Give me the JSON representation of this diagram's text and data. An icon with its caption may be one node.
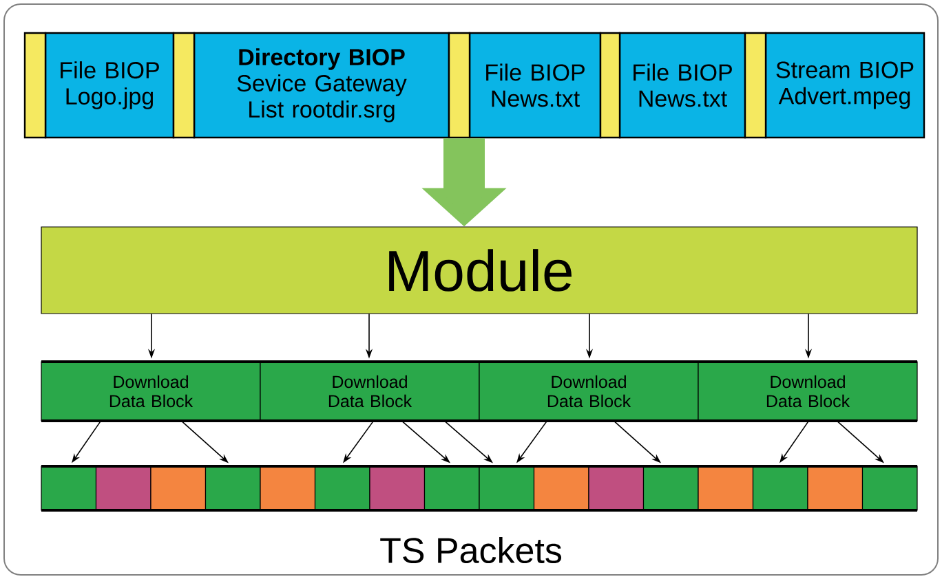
{
  "diagram": {
    "nodes": [
      {
        "text": [
          "File BIOP",
          "Logo.jpg"
        ]
      },
      {
        "text": [
          "Directory BIOP",
          "Sevice Gateway List rootdir.srg"
        ]
      },
      {
        "text": [
          "File BIOP",
          "News.txt"
        ]
      },
      {
        "text": [
          "File BIOP",
          "News.txt"
        ]
      },
      {
        "text": [
          "Stream BIOP",
          "Advert.mpeg"
        ]
      },
      {
        "text": [
          "Module"
        ]
      },
      {
        "text": [
          "Download Data Block"
        ]
      },
      {
        "text": [
          "Download Data Block"
        ]
      },
      {
        "text": [
          "Download Data Block"
        ]
      },
      {
        "text": [
          "Download Data Block"
        ]
      },
      {
        "text": [],
        "shape": "box"
      },
      {
        "text": [],
        "shape": "box"
      },
      {
        "text": [],
        "shape": "box"
      },
      {
        "text": [],
        "shape": "box"
      },
      {
        "text": [],
        "shape": "box"
      },
      {
        "text": [],
        "shape": "box"
      },
      {
        "text": [],
        "shape": "box"
      },
      {
        "text": [],
        "shape": "box"
      },
      {
        "text": [],
        "shape": "box"
      },
      {
        "text": [],
        "shape": "box"
      },
      {
        "text": [],
        "shape": "box"
      },
      {
        "text": [],
        "shape": "box"
      },
      {
        "text": [],
        "shape": "box"
      },
      {
        "text": [],
        "shape": "box"
      },
      {
        "text": [],
        "shape": "box"
      },
      {
        "text": [],
        "shape": "box"
      }
    ],
    "edges": [
      {
        "from": 2,
        "to": 5,
        "arrow": "to",
        "style": "thick",
        "color": "#84c45c"
      },
      {
        "from": 5,
        "to": 6,
        "arrow": "to"
      },
      {
        "from": 5,
        "to": 7,
        "arrow": "to"
      },
      {
        "from": 5,
        "to": 8,
        "arrow": "to"
      },
      {
        "from": 5,
        "to": 9,
        "arrow": "to"
      },
      {
        "from": 6,
        "to": 10,
        "arrow": "to"
      },
      {
        "from": 6,
        "to": 13,
        "arrow": "to"
      },
      {
        "from": 7,
        "to": 15,
        "arrow": "to"
      },
      {
        "from": 7,
        "to": 17,
        "arrow": "to"
      },
      {
        "from": 7,
        "to": 18,
        "arrow": "to"
      },
      {
        "from": 8,
        "to": 18,
        "arrow": "to"
      },
      {
        "from": 8,
        "to": 21,
        "arrow": "to"
      },
      {
        "from": 9,
        "to": 23,
        "arrow": "to"
      },
      {
        "from": 9,
        "to": 25,
        "arrow": "to"
      }
    ],
    "labels": [
      "TS Packets"
    ]
  }
}
